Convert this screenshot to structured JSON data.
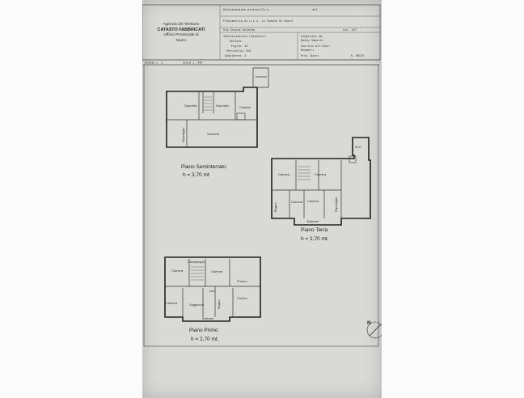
{
  "header": {
    "agency_lines": [
      "Agenzia del Territorio",
      "CATASTO FABBRICATI",
      "Ufficio Provinciale di",
      "Nuoro"
    ],
    "row1": "Dichiarazione protocollo n.",
    "row1_right": "del",
    "row2": "Planimetria di u.i.u. in Comune di Nuoro",
    "row3": "Via Grazia Deledda",
    "row3_right": "civ. 107",
    "id_title": "Identificativi Catastali:",
    "id_section": "Sezione:",
    "id_sheet": "Foglio: 32",
    "id_parcel": "Particella: 954",
    "id_sub": "Subalterno: 2",
    "compiled_title": "Compilata da:",
    "compiled_name": "Bubbo Umberto",
    "register_label": "Iscritto all'albo:",
    "register_value": "Geometri",
    "province_label": "Prov. Nuoro",
    "number_label": "N. 00575",
    "sheet_label": "Scheda n. 1",
    "scale_label": "Scala 1: 200"
  },
  "floors": {
    "basement": {
      "title": "Piano Seminterrato",
      "height": "h = 3,70 mt",
      "rooms": [
        "Deposito",
        "Deposito",
        "Cantina",
        "Veranda",
        "Ripostiglio"
      ]
    },
    "ground": {
      "title": "Piano Terra",
      "height": "h = 2,70 mt.",
      "rooms": [
        "Camera",
        "Camera",
        "Bagno",
        "Camera",
        "Camera",
        "Ripostiglio",
        "Balcone",
        "W.C."
      ]
    },
    "first": {
      "title": "Piano Primo",
      "height": "h = 2,70 mt.",
      "rooms": [
        "Camera",
        "Disimpegno",
        "Camera",
        "Pranzo",
        "Camera",
        "Soggiorno",
        "Dis.",
        "Bagno",
        "Cucina",
        "Balcone"
      ]
    }
  },
  "north_label": "N",
  "colors": {
    "sheet": "#d9d9d7",
    "ink": "#222222",
    "background": "#ffffff"
  }
}
